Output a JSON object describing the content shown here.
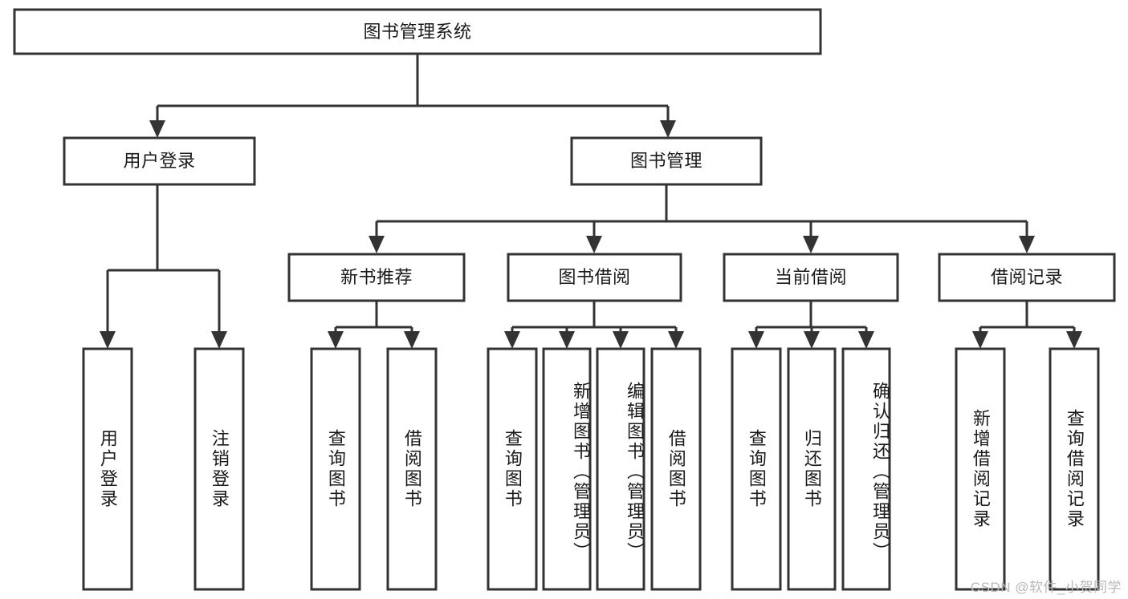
{
  "diagram": {
    "title": "图书管理系统",
    "watermark": "CSDN @软件_小贺同学",
    "colors": {
      "stroke": "#333333",
      "fill": "#ffffff",
      "text": "#1a1a1a",
      "watermark": "#b8b8b8"
    },
    "nodes": {
      "root": "图书管理系统",
      "level2": {
        "user_login": "用户登录",
        "book_manage": "图书管理"
      },
      "level3": {
        "new_book_recommend": "新书推荐",
        "book_borrow": "图书借阅",
        "current_borrow": "当前借阅",
        "borrow_record": "借阅记录"
      },
      "leaves": {
        "user_login_children": [
          "用户登录",
          "注销登录"
        ],
        "new_book_recommend_children": [
          "查询图书",
          "借阅图书"
        ],
        "book_borrow_children": [
          "查询图书",
          "新增图书（管理员）",
          "编辑图书（管理员）",
          "借阅图书"
        ],
        "current_borrow_children": [
          "查询图书",
          "归还图书",
          "确认归还（管理员）"
        ],
        "borrow_record_children": [
          "新增借阅记录",
          "查询借阅记录"
        ]
      }
    }
  }
}
